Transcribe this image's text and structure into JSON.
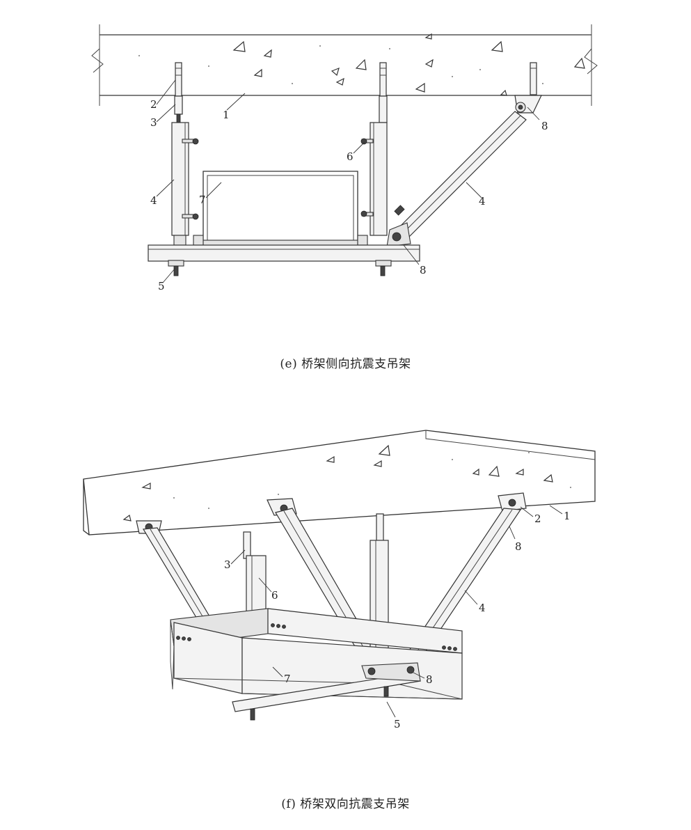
{
  "figures": [
    {
      "caption": "(e) 桥架侧向抗震支吊架",
      "labels": [
        "1",
        "2",
        "3",
        "4",
        "5",
        "6",
        "7",
        "4",
        "8",
        "8"
      ]
    },
    {
      "caption": "(f) 桥架双向抗震支吊架",
      "labels": [
        "1",
        "2",
        "3",
        "4",
        "5",
        "6",
        "7",
        "8",
        "8"
      ]
    }
  ]
}
